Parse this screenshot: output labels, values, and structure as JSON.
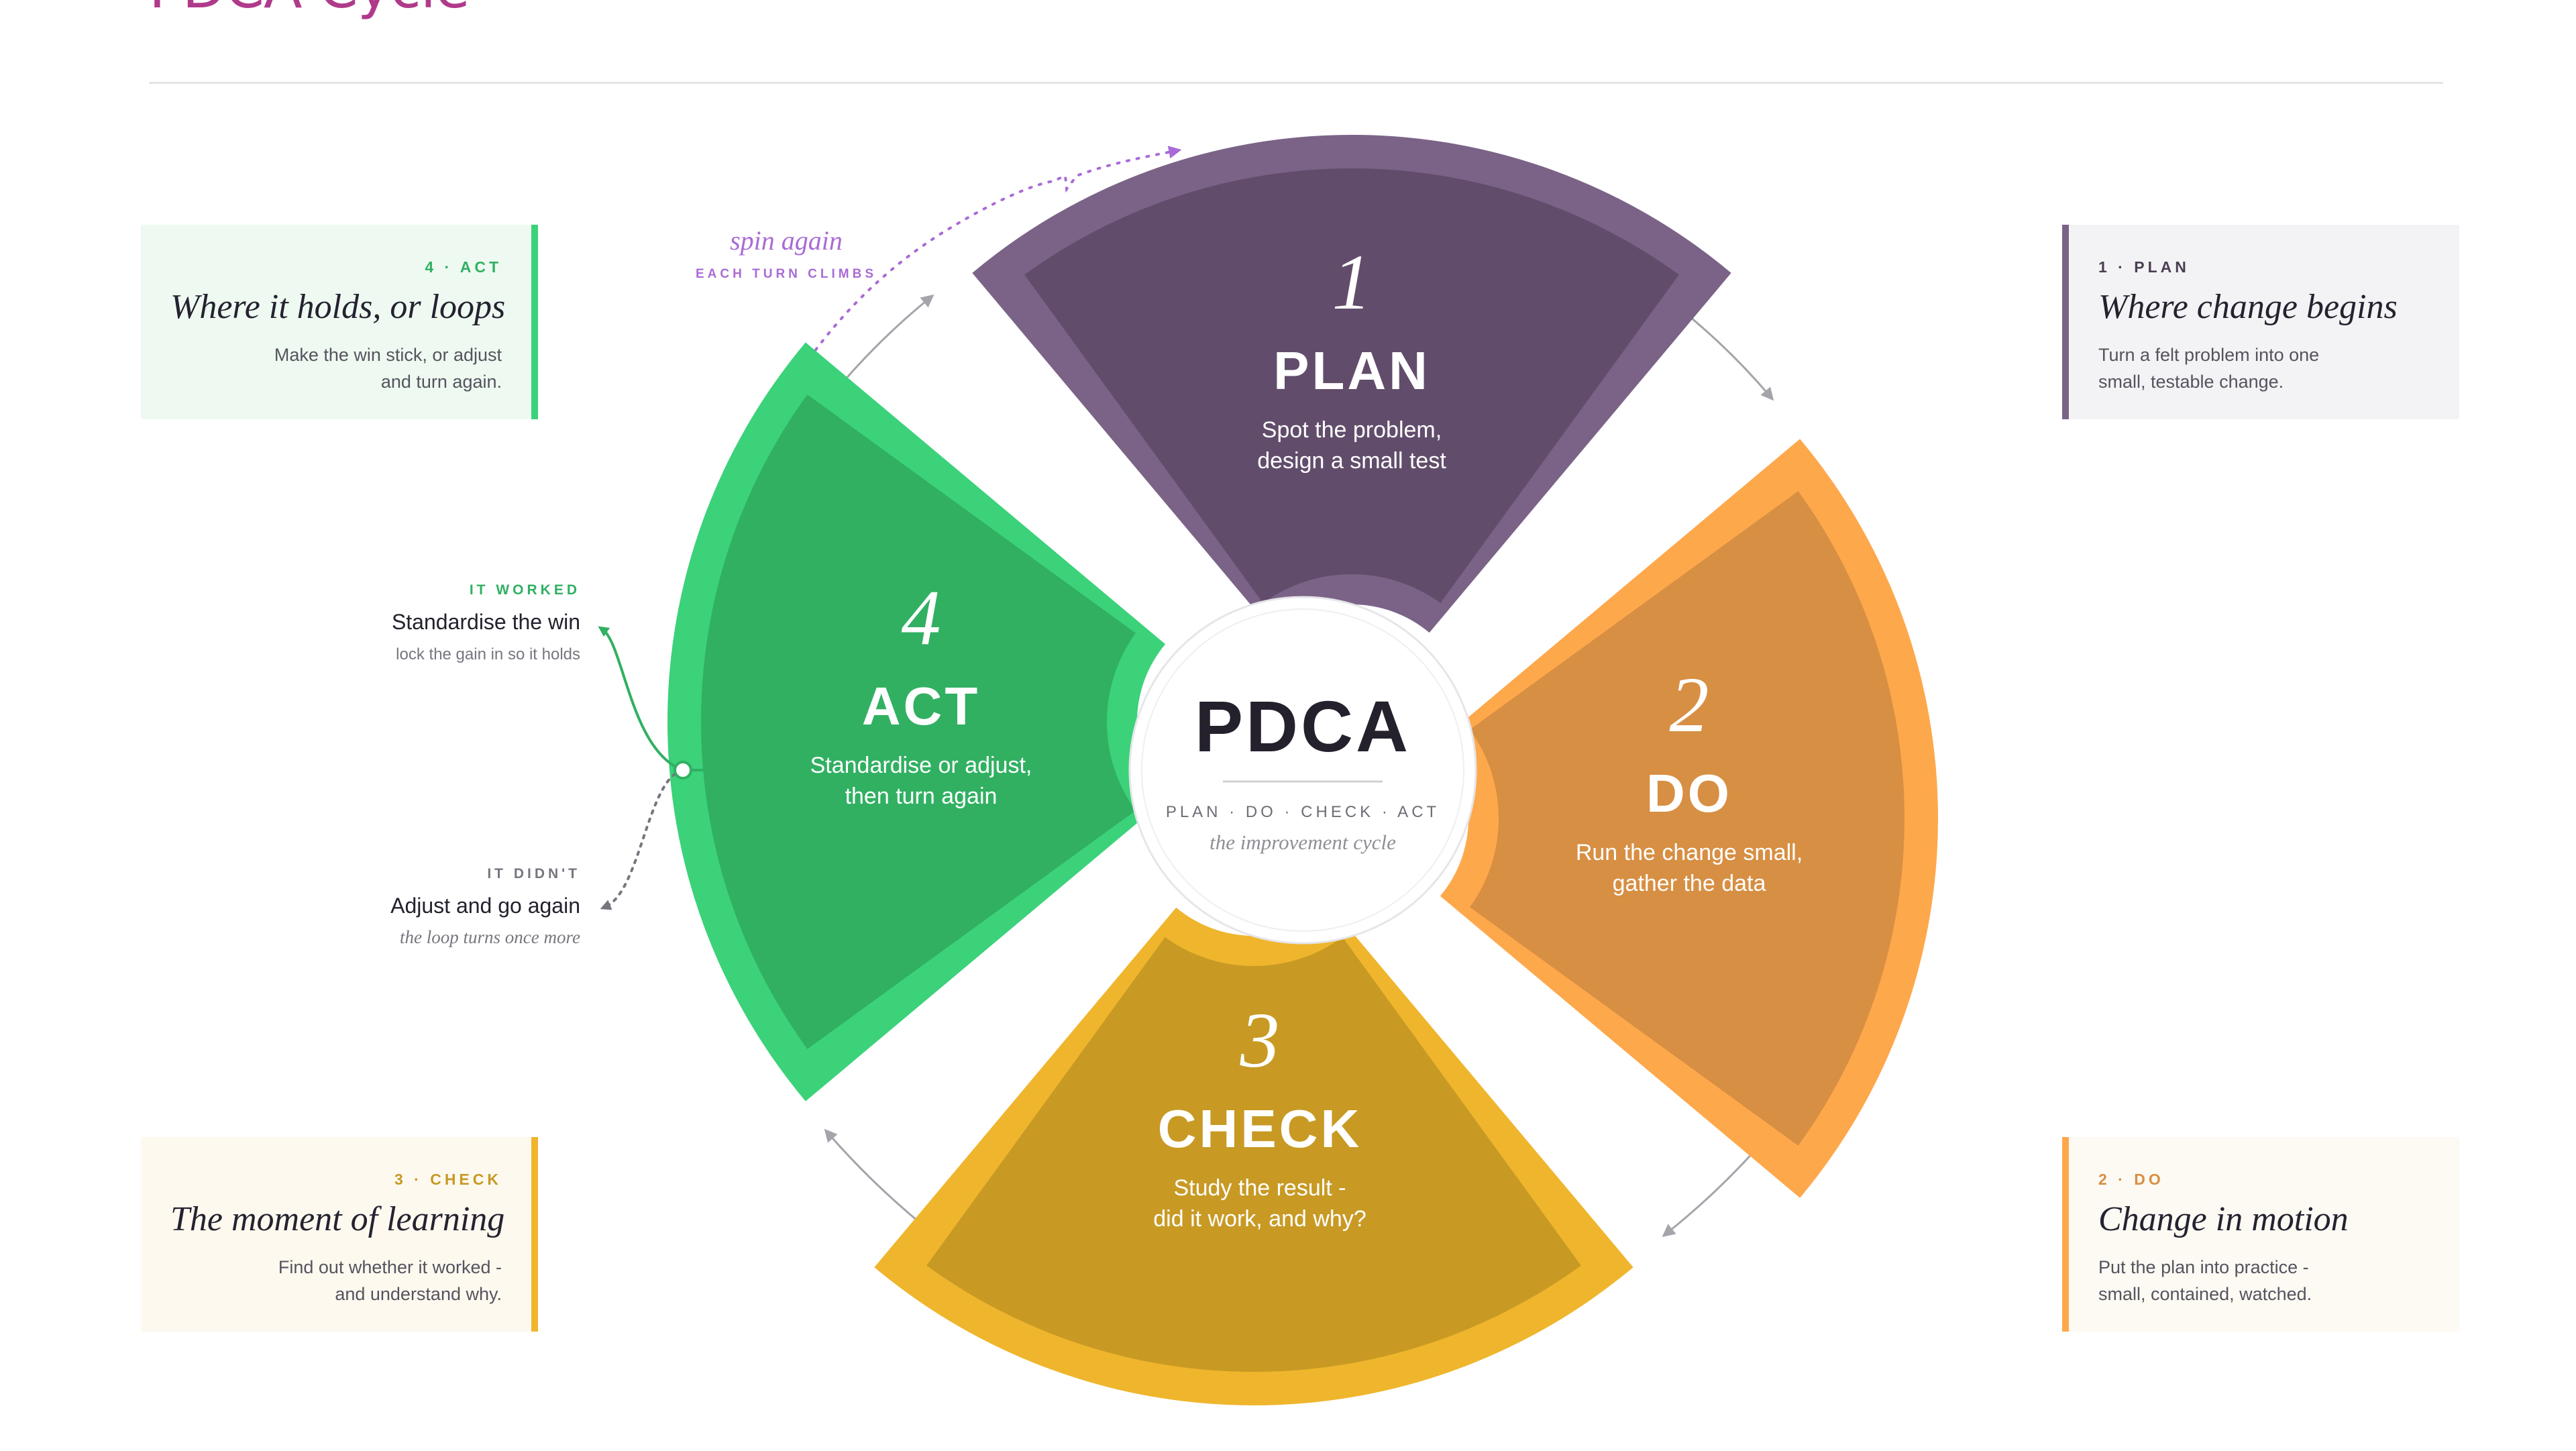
{
  "title": "PDCA Cycle",
  "colors": {
    "title": "#b03a8a",
    "plan_dark": "#614d6b",
    "plan_light": "#7b6387",
    "do_dark": "#d78f43",
    "do_light": "#fea84c",
    "check_dark": "#c89a24",
    "check_light": "#efb52c",
    "act_dark": "#31b062",
    "act_light": "#3bd27a"
  },
  "hub": {
    "title": "PDCA",
    "subtitle": "PLAN · DO · CHECK · ACT",
    "caption": "the improvement cycle"
  },
  "segments": [
    {
      "id": "plan",
      "num": "1",
      "name": "PLAN",
      "desc1": "Spot the problem,",
      "desc2": "design a small test"
    },
    {
      "id": "do",
      "num": "2",
      "name": "DO",
      "desc1": "Run the change small,",
      "desc2": "gather the data"
    },
    {
      "id": "check",
      "num": "3",
      "name": "CHECK",
      "desc1": "Study the result -",
      "desc2": "did it work, and why?"
    },
    {
      "id": "act",
      "num": "4",
      "name": "ACT",
      "desc1": "Standardise or adjust,",
      "desc2": "then turn again"
    }
  ],
  "cards": {
    "act": {
      "kicker": "4 · ACT",
      "heading": "Where it holds, or loops",
      "body": "Make the win stick, or adjust and turn again."
    },
    "plan": {
      "kicker": "1 · PLAN",
      "heading": "Where change begins",
      "body": "Turn a felt problem into one small, testable change."
    },
    "check": {
      "kicker": "3 · CHECK",
      "heading": "The moment of learning",
      "body": "Find out whether it worked - and understand why."
    },
    "do": {
      "kicker": "2 · DO",
      "heading": "Change in motion",
      "body": "Put the plan into practice - small, contained, watched."
    }
  },
  "spin": {
    "label": "spin again",
    "sub": "EACH TURN CLIMBS"
  },
  "branch": {
    "worked": {
      "kicker": "IT WORKED",
      "label": "Standardise the win",
      "note": "lock the gain in so it holds"
    },
    "didnt": {
      "kicker": "IT DIDN'T",
      "label": "Adjust and go again",
      "note": "the loop turns once more"
    }
  }
}
